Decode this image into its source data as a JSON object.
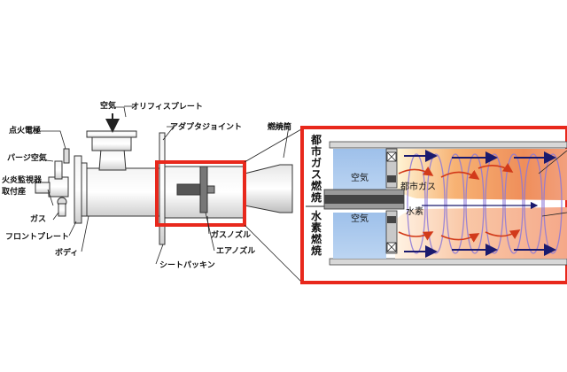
{
  "labels": {
    "air_top": "空気",
    "orifice_plate": "オリフィスプレート",
    "ignition_electrode": "点火電極",
    "adapter_joint": "アダプタジョイント",
    "purge_air": "パージ空気",
    "combustion_tube": "燃焼筒",
    "flame_monitor_line1": "火炎監視器",
    "flame_monitor_line2": "取付座",
    "gas": "ガス",
    "gas_nozzle": "ガスノズル",
    "front_plate": "フロントプレート",
    "air_nozzle": "エアノズル",
    "body": "ボディ",
    "sheet_packing": "シートパッキン"
  },
  "detail": {
    "city_gas_combustion": [
      "都",
      "市",
      "ガ",
      "ス",
      "燃",
      "焼"
    ],
    "hydrogen_combustion": [
      "水",
      "素",
      "燃",
      "焼"
    ],
    "air_upper": "空気",
    "air_lower": "空気",
    "city_gas": "都市ガス",
    "hydrogen": "水素"
  },
  "colors": {
    "highlight_frame": "#e8281c",
    "air_zone": "#a9c8ec",
    "flame_core": "#f08a3a",
    "flow_arrow": "#1a1a6e",
    "swirl": "#8c78d8"
  }
}
